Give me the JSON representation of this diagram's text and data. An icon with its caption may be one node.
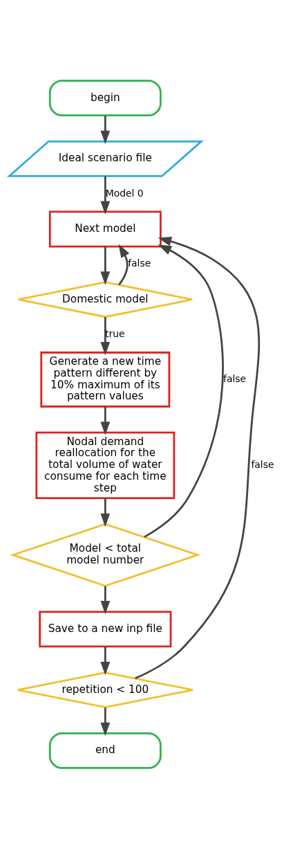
{
  "diagram": {
    "nodes": [
      {
        "text": [
          "begin"
        ]
      },
      {
        "text": [
          "Ideal scenario file"
        ]
      },
      {
        "text": [
          "Next model"
        ]
      },
      {
        "text": [
          "Domestic model"
        ]
      },
      {
        "text": [
          "Generate a new time pattern different by 10% maximum of its pattern values"
        ]
      },
      {
        "text": [
          "Nodal demand reallocation for the total volume of water consume for each time step"
        ]
      },
      {
        "text": [
          "Model < total model number"
        ]
      },
      {
        "text": [
          "Save to a new inp file"
        ]
      },
      {
        "text": [
          "repetition < 100"
        ]
      },
      {
        "text": [
          "end"
        ]
      }
    ],
    "edges": [
      {
        "from": 0,
        "to": 1,
        "arrow": "to"
      },
      {
        "from": 1,
        "to": 2,
        "arrow": "to",
        "label": "Model 0"
      },
      {
        "from": 2,
        "to": 3,
        "arrow": "to"
      },
      {
        "from": 3,
        "to": 2,
        "arrow": "to",
        "label": "false"
      },
      {
        "from": 3,
        "to": 4,
        "arrow": "to",
        "label": "true"
      },
      {
        "from": 4,
        "to": 5,
        "arrow": "to"
      },
      {
        "from": 5,
        "to": 6,
        "arrow": "to"
      },
      {
        "from": 6,
        "to": 2,
        "arrow": "to",
        "label": "false"
      },
      {
        "from": 6,
        "to": 7,
        "arrow": "to"
      },
      {
        "from": 7,
        "to": 8,
        "arrow": "to"
      },
      {
        "from": 8,
        "to": 2,
        "arrow": "to",
        "label": "false"
      },
      {
        "from": 8,
        "to": 9,
        "arrow": "to"
      }
    ]
  }
}
